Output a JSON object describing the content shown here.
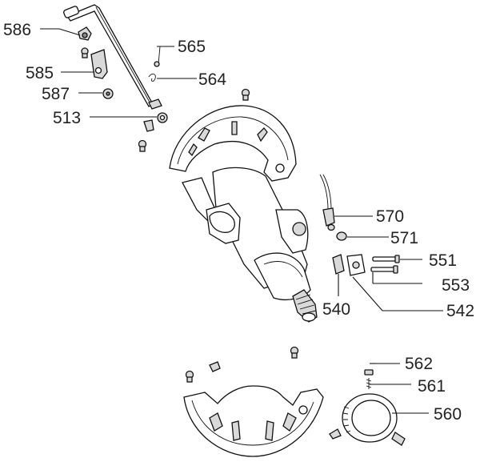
{
  "labels": {
    "p586": "586",
    "p585": "585",
    "p587": "587",
    "p513": "513",
    "p565": "565",
    "p564": "564",
    "p570": "570",
    "p571": "571",
    "p551": "551",
    "p553": "553",
    "p540": "540",
    "p542": "542",
    "p562": "562",
    "p561": "561",
    "p560": "560"
  }
}
